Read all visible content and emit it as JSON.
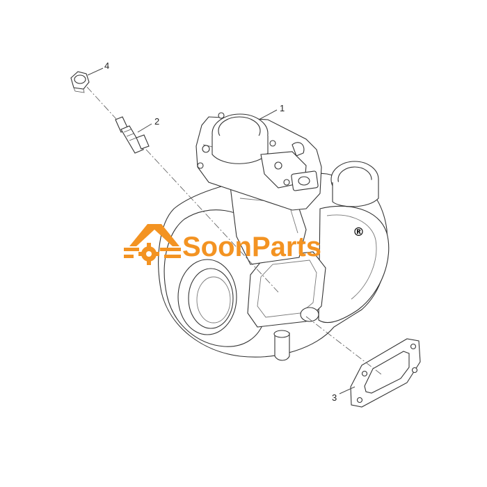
{
  "diagram": {
    "callouts": [
      {
        "id": "1",
        "label": "1"
      },
      {
        "id": "2",
        "label": "2"
      },
      {
        "id": "3",
        "label": "3"
      },
      {
        "id": "4",
        "label": "4"
      }
    ]
  },
  "watermark": {
    "brand": "SoonParts",
    "registered": "®",
    "color": "#f39322"
  }
}
